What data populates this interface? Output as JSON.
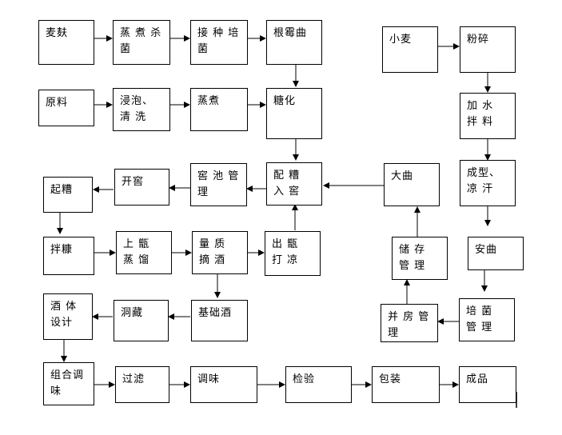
{
  "nodes": {
    "fufu": "麦麸",
    "zhengzhu_sharun": "蒸 煮 杀 菌",
    "jiezhong_peijun": "接 种 培 菌",
    "genmeiqu": "根霉曲",
    "yuanliao": "原料",
    "jinpao_qingxi": "浸泡、清 洗",
    "zhengzhu": "蒸煮",
    "tanghua": "糖化",
    "xiaomai": "小麦",
    "fensui": "粉碎",
    "jiashui_banliao": "加 水 拌 料",
    "chengxing_liangkan": "成型、凉 汗",
    "anqu": "安曲",
    "peijun_guanli": "培 菌 管 理",
    "bingfang_guanli": "并 房 管 理",
    "chucun_guanli": "储 存 管 理",
    "daqu": "大曲",
    "peizao_rujiao": "配 糟 入 窖",
    "jiaochi_guanli": "窖 池 管 理",
    "kaijiao": "开窖",
    "qizao": "起糟",
    "banzao": "拌糠",
    "shangzeng_zhengliu": "上 甑 蒸 馏",
    "liangzhi_zhaijiu": "量 质 摘 酒",
    "chuzeng_daliang": "出 甑 打 凉",
    "jichujiu": "基础酒",
    "dongcang": "洞藏",
    "jiuti_sheji": "酒 体 设计",
    "zuhe_tiaowei": "组合调 味",
    "guolv": "过滤",
    "tiaowei": "调味",
    "jianyan": "检验",
    "baozhuang": "包装",
    "chengpin": "成品"
  }
}
